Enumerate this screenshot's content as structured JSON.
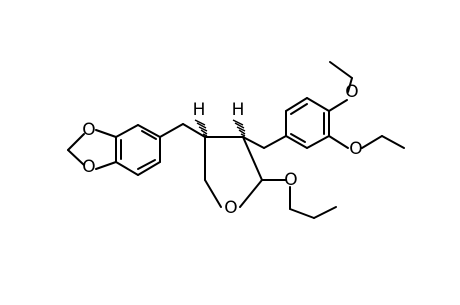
{
  "structure": {
    "atom_labels": {
      "o_dioxole_top": "O",
      "o_dioxole_bottom": "O",
      "h_stereo_c4": "H",
      "h_stereo_c3": "H",
      "o_methoxy_upper": "O",
      "o_methoxy_lower": "O",
      "o_ring": "O",
      "o_ethoxy": "O"
    },
    "colors": {
      "bonds": "#000000",
      "labels": "#000000",
      "background": "#ffffff"
    }
  }
}
